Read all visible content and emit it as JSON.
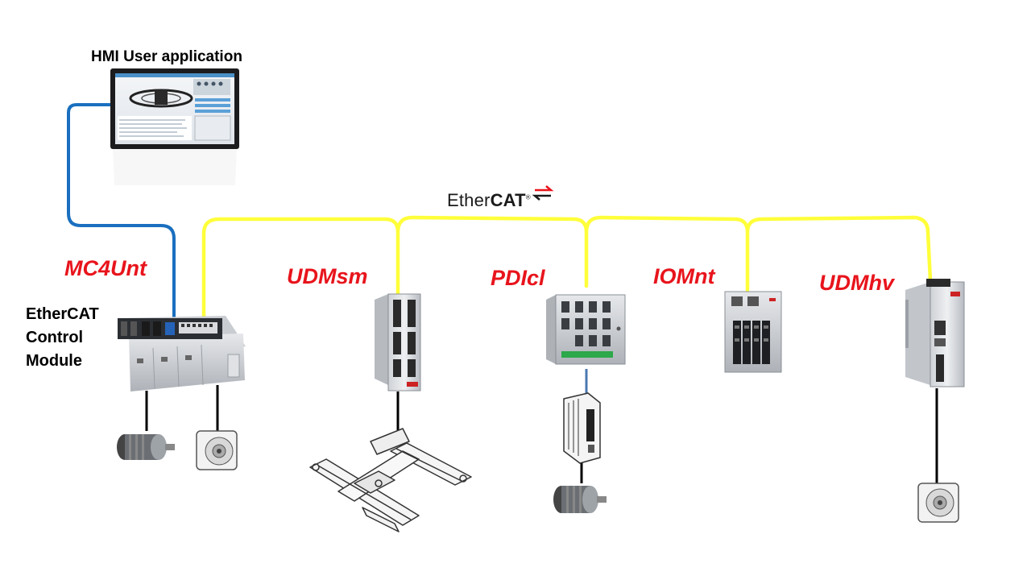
{
  "hmi": {
    "title": "HMI User application"
  },
  "bus": {
    "logo_light": "Ether",
    "logo_bold": "CAT",
    "logo_reg": "®",
    "bus_color": "#ffff3a",
    "hmi_link_color": "#1a6fbf",
    "accent_red": "#e8141c"
  },
  "controller": {
    "label": "MC4Unt",
    "description_lines": [
      "EtherCAT",
      "Control",
      "Module"
    ]
  },
  "modules": [
    {
      "label": "UDMsm"
    },
    {
      "label": "PDIcl"
    },
    {
      "label": "IOMnt"
    },
    {
      "label": "UDMhv"
    }
  ],
  "icons": [
    "hmi-panel-icon",
    "controller-rack-icon",
    "servo-motor-icon",
    "dc-motor-icon",
    "drive-module-icon",
    "gantry-stage-icon",
    "io-module-icon",
    "amplifier-icon"
  ]
}
